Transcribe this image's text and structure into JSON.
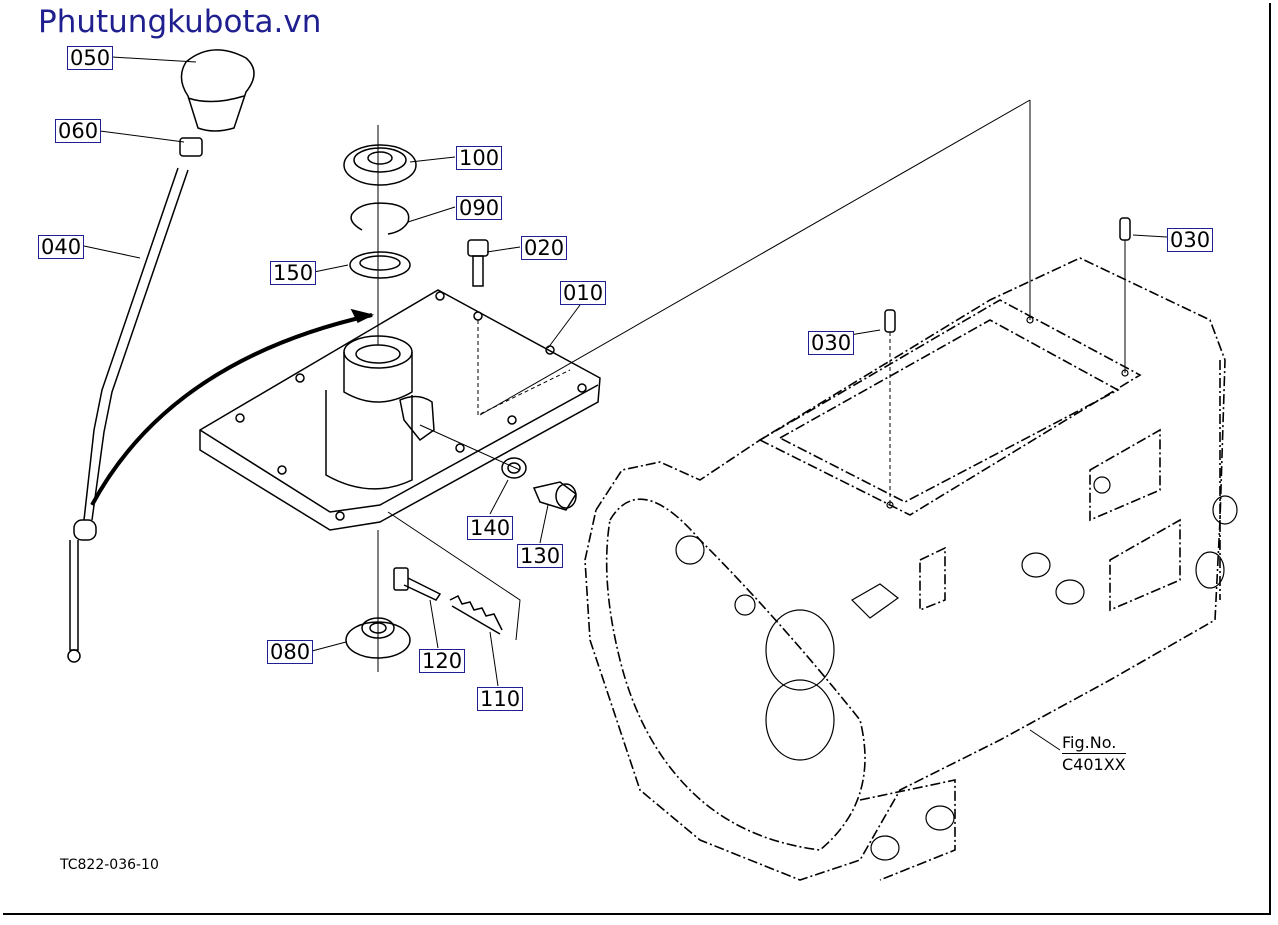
{
  "site_title": "Phutungkubota.vn",
  "figure_reference": {
    "line1": "Fig.No.",
    "line2": "C401XX"
  },
  "drawing_id": "TC822-036-10",
  "callouts": [
    {
      "id": "050",
      "boxed": true
    },
    {
      "id": "060",
      "boxed": true
    },
    {
      "id": "040",
      "boxed": true
    },
    {
      "id": "100",
      "boxed": true
    },
    {
      "id": "090",
      "boxed": true
    },
    {
      "id": "150",
      "boxed": true
    },
    {
      "id": "020",
      "boxed": true
    },
    {
      "id": "010",
      "boxed": true
    },
    {
      "id": "030",
      "boxed": true
    },
    {
      "id": "030",
      "boxed": true
    },
    {
      "id": "140",
      "boxed": true
    },
    {
      "id": "130",
      "boxed": true
    },
    {
      "id": "080",
      "boxed": true
    },
    {
      "id": "120",
      "boxed": true
    },
    {
      "id": "110",
      "boxed": true
    }
  ],
  "colors": {
    "title": "#1f1f8f",
    "line": "#000000",
    "label_border": "#1f1f8f"
  }
}
